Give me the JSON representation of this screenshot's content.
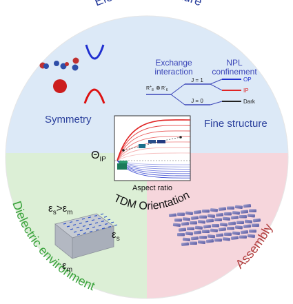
{
  "sections": {
    "top": {
      "title": "Electronic structure",
      "color": "#2a3f9c"
    },
    "left": {
      "title": "Dielectric environment",
      "color": "#3aa33c"
    },
    "right": {
      "title": "Assembly",
      "color": "#b03a3a"
    }
  },
  "labels": {
    "symmetry": "Symmetry",
    "fine_structure": "Fine structure",
    "exchange_line1": "Exchange",
    "exchange_line2": "interaction",
    "npl_line1": "NPL",
    "npl_line2": "confinement",
    "rplus": "R",
    "rplus_sup": "+",
    "rplus_sub": "8",
    "otimes": "⊗",
    "rminus": "R",
    "rminus_sup": "-",
    "rminus_sub": "6",
    "j1": "J = 1",
    "j0": "J = 0",
    "op": "OP",
    "ip": "IP",
    "dark": "Dark",
    "theta": "Θ",
    "theta_sub": "IP",
    "aspect_ratio": "Aspect ratio",
    "tdm_orientation": "TDM Orientation",
    "eps": "ε",
    "eps_s": "s",
    "gt": ">",
    "eps_m": "m",
    "eps_s_label": "ε",
    "eps_s_label_sub": "s",
    "eps_m_label": "ε",
    "eps_m_label_sub": "m"
  },
  "colors": {
    "top_bg": "#dce9f7",
    "left_bg": "#dcefd6",
    "right_bg": "#f6d6dc",
    "blue": "#1f2fd0",
    "red": "#e02424",
    "dark": "#222222",
    "accent_blue": "#3b46b8"
  }
}
